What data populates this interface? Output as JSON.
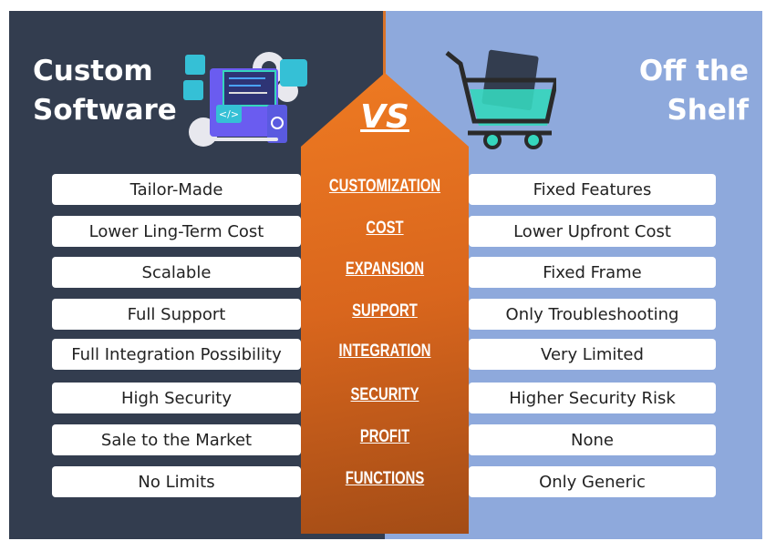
{
  "left_title": "Custom Software",
  "right_title": "Off the Shelf",
  "vs_label": "VS",
  "rows": [
    {
      "criterion": "CUSTOMIZATION",
      "custom": "Tailor-Made",
      "off_shelf": "Fixed Features"
    },
    {
      "criterion": "COST",
      "custom": "Lower Ling-Term Cost",
      "off_shelf": "Lower Upfront Cost"
    },
    {
      "criterion": "EXPANSION",
      "custom": "Scalable",
      "off_shelf": "Fixed Frame"
    },
    {
      "criterion": "SUPPORT",
      "custom": "Full Support",
      "off_shelf": "Only Troubleshooting"
    },
    {
      "criterion": "INTEGRATION",
      "custom": "Full Integration Possibility",
      "off_shelf": "Very Limited"
    },
    {
      "criterion": "SECURITY",
      "custom": "High Security",
      "off_shelf": "Higher Security Risk"
    },
    {
      "criterion": "PROFIT",
      "custom": "Sale to the Market",
      "off_shelf": "None"
    },
    {
      "criterion": "FUNCTIONS",
      "custom": "No Limits",
      "off_shelf": "Only Generic"
    }
  ],
  "colors": {
    "left_bg": "#333d4f",
    "right_bg": "#8ea9dc",
    "accent": "#ee7a22",
    "teal": "#35d6bd"
  }
}
